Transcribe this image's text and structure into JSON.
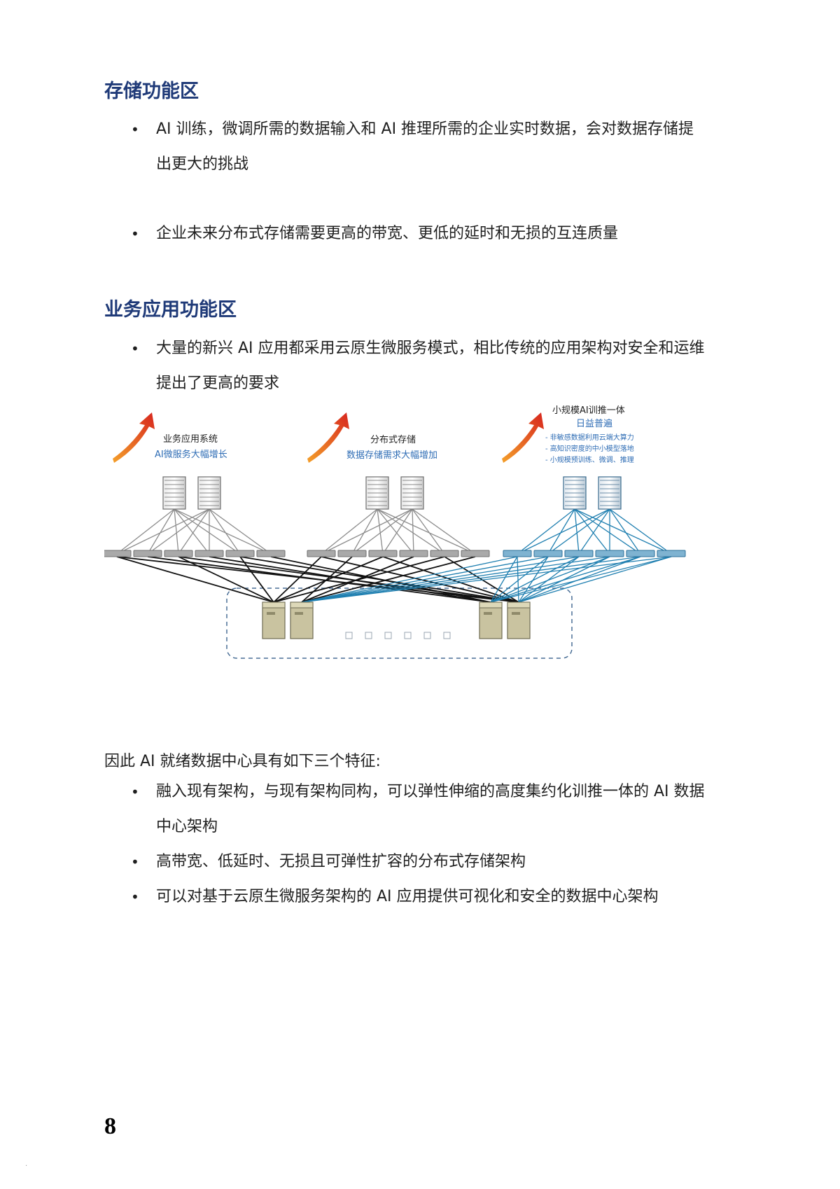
{
  "sections": [
    {
      "heading": "存储功能区",
      "bullets": [
        "AI 训练，微调所需的数据输入和 AI 推理所需的企业实时数据，会对数据存储提出更大的挑战",
        "企业未来分布式存储需要更高的带宽、更低的延时和无损的互连质量"
      ]
    },
    {
      "heading": "业务应用功能区",
      "bullets": [
        "大量的新兴 AI 应用都采用云原生微服务模式，相比传统的应用架构对安全和运维提出了更高的要求"
      ]
    }
  ],
  "diagram": {
    "groups": [
      {
        "title": "业务应用系统",
        "subtitle": "AI微服务大幅增长"
      },
      {
        "title": "分布式存储",
        "subtitle": "数据存储需求大幅增加"
      },
      {
        "title": "小规模AI训推一体",
        "subtitle": "日益普遍",
        "notes": [
          "- 非敏感数据利用云端大算力",
          "- 高知识密度的中小模型落地",
          "- 小规模预训练、微调、推理"
        ]
      }
    ],
    "colors": {
      "gray": "#8c8c8c",
      "blue": "#1f7fb0",
      "black": "#111111",
      "heading": "#1f3a78",
      "subtitle": "#2f6db5"
    }
  },
  "features_intro": "因此 AI 就绪数据中心具有如下三个特征:",
  "features": [
    "融入现有架构，与现有架构同构，可以弹性伸缩的高度集约化训推一体的 AI 数据中心架构",
    "高带宽、低延时、无损且可弹性扩容的分布式存储架构",
    "可以对基于云原生微服务架构的 AI 应用提供可视化和安全的数据中心架构"
  ],
  "page_number": "8",
  "bullet_symbol": "•",
  "footer_mark": "·"
}
